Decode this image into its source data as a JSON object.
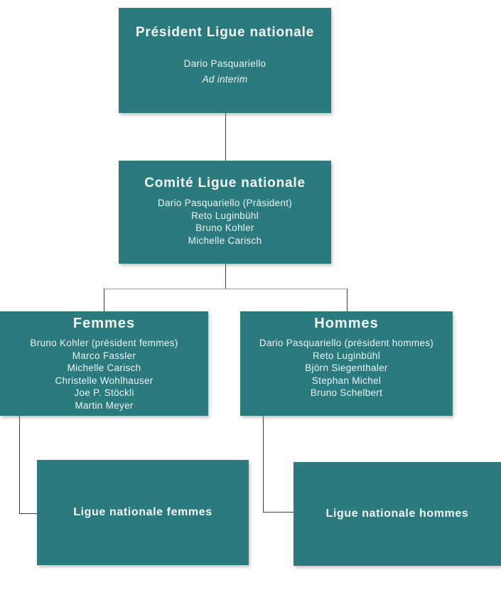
{
  "colors": {
    "box_fill": "#2a7a7e",
    "line_dark": "#3d3d3d",
    "line_gray": "#9aa0a4",
    "text": "#ffffff"
  },
  "boxes": {
    "president": {
      "title": "Président Ligue nationale",
      "member": "Dario Pasquariello",
      "note": "Ad interim"
    },
    "comite": {
      "title": "Comité Ligue nationale",
      "members": [
        "Dario Pasquariello (Präsident)",
        "Reto Luginbühl",
        "Bruno Kohler",
        "Michelle Carisch"
      ]
    },
    "femmes": {
      "title": "Femmes",
      "members": [
        "Bruno Kohler (président femmes)",
        "Marco Fassler",
        "Michelle Carisch",
        "Christelle Wohlhauser",
        "Joe P. Stöckli",
        "Martin Meyer"
      ]
    },
    "hommes": {
      "title": "Hommes",
      "members": [
        "Dario Pasquariello (président hommes)",
        "Reto Luginbühl",
        "Björn Siegenthaler",
        "Stephan Michel",
        "Bruno Schelbert"
      ]
    },
    "ligue_femmes": {
      "title": "Ligue nationale femmes"
    },
    "ligue_hommes": {
      "title": "Ligue nationale hommes"
    }
  }
}
